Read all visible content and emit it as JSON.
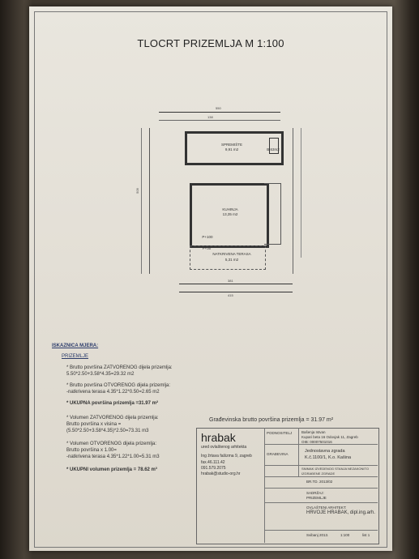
{
  "title": "TLOCRT PRIZEMLJA M 1:100",
  "rooms": {
    "spremiste": {
      "name": "SPREMIŠTE",
      "area": "9,91 m2"
    },
    "kuhinja": {
      "name": "KUHINJA",
      "area": "13,35 m2"
    },
    "terasa": {
      "name": "NATKRIVENA TERASA",
      "area": "5,31 m2"
    },
    "wc": "B,63m2",
    "level_top": "P+100",
    "level_bottom": "P+30"
  },
  "dims": {
    "top_total": "550",
    "top_segment": "138",
    "bottom_a": "381",
    "bottom_b": "415",
    "side_total": "509"
  },
  "calc": {
    "heading": "ISKAZNICA MJERA:",
    "sub": "PRIZEMLJE",
    "lines": [
      "* Brutto površina ZATVORENOG dijela prizemlja:",
      "  5.50*2.50+3.58*4.35=29.32 m2",
      "* Brutto površina OTVORENOG dijela prizemlja:",
      "  -natkrivena terasa 4.35*1.22*0.50=2.65 m2",
      "* UKUPNA površina prizemlja =31.97 m²",
      "* Volumen ZATVORENOG dijela prizemlja:",
      "  Brutto površina x visina =",
      "  (5.50*2.50+3.58*4.35)*2.50=73.31 m3",
      "* Volumen OTVORENOG dijela prizemlja:",
      "  Brutto površina x 1.00=",
      "  -natkrivena terasa 4.35*1.22*1.00=5.31 m3",
      "* UKUPNI volumen prizemlja = 78.62 m³"
    ]
  },
  "gross_area": "Građevinska brutto površina prizemlja = 31.97 m²",
  "titleblock": {
    "company": "hrabak",
    "company_sub": "ured ovlaštenog arhitekta",
    "address": "Ing žrtava fašizma 9, zagreb",
    "fax": "fax.46.111.42",
    "phone": "091.579.2075",
    "email": "hrabak@studio-org.hr",
    "label_podnositelj": "PODNOSITELJ",
    "podnositelj_1": "Bašenja Istvan",
    "podnositelj_2": "Kupari beta 16 Odovjak 11, Zagreb",
    "podnositelj_3": "OIB: 00007501016",
    "label_gradevina": "GRAĐEVINA",
    "gradevina_1": "Jednostavna zgrada",
    "gradevina_2": "K.č.1100/1, K.o. Kašina",
    "snimak": "SNIMAK IZVEDENOG STANJA NEZAKONITO",
    "snimak_2": "IZGRAĐENE ZGRADE",
    "br": "BR.TD. 2013/02",
    "sadrzaj_label": "SADRŽAJ:",
    "sadrzaj": "PRIZEMLJE",
    "arhitekt_label": "OVLAŠTENI ARHITEKT:",
    "arhitekt": "HRVOJE HRABAK, dipl.ing.arh.",
    "date": "Svibanj 2013.",
    "scale": "1:100",
    "sheet": "list 1"
  }
}
